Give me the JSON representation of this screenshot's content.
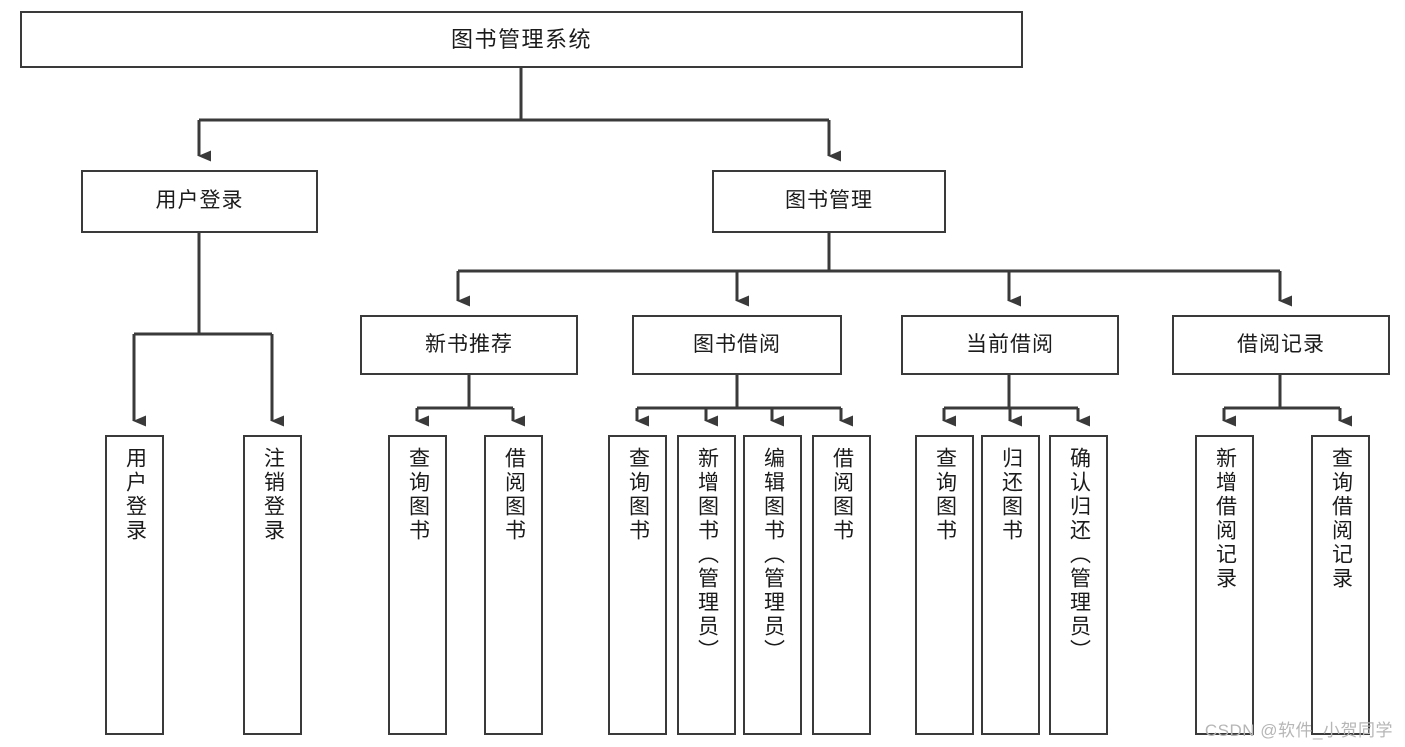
{
  "diagram": {
    "type": "tree",
    "title": "图书管理系统",
    "watermark": "CSDN @软件_小贺同学",
    "colors": {
      "background": "#ffffff",
      "line": "#3a3a3a",
      "box_border": "#3a3a3a",
      "box_fill": "#ffffff",
      "text": "#1b1b1b",
      "watermark": "#b6b6b6"
    },
    "nodes": {
      "root": {
        "label": "图书管理系统"
      },
      "level1": [
        {
          "label": "用户登录"
        },
        {
          "label": "图书管理"
        }
      ],
      "level2": [
        {
          "label": "新书推荐"
        },
        {
          "label": "图书借阅"
        },
        {
          "label": "当前借阅"
        },
        {
          "label": "借阅记录"
        }
      ],
      "leaves": {
        "user_login": [
          {
            "label": "用户登录"
          },
          {
            "label": "注销登录"
          }
        ],
        "new_book": [
          {
            "label": "查询图书"
          },
          {
            "label": "借阅图书"
          }
        ],
        "borrow": [
          {
            "label": "查询图书"
          },
          {
            "label": "新增图书（管理员）"
          },
          {
            "label": "编辑图书（管理员）"
          },
          {
            "label": "借阅图书"
          }
        ],
        "current": [
          {
            "label": "查询图书"
          },
          {
            "label": "归还图书"
          },
          {
            "label": "确认归还（管理员）"
          }
        ],
        "records": [
          {
            "label": "新增借阅记录"
          },
          {
            "label": "查询借阅记录"
          }
        ]
      }
    }
  }
}
